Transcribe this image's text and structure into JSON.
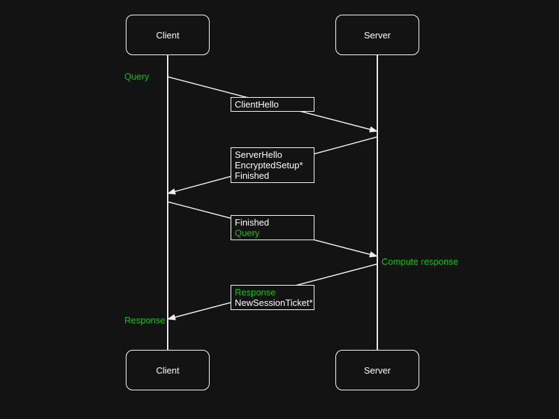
{
  "theme": {
    "background": "#131313",
    "line_color": "#eeeeee",
    "box_border_color": "#ffffff",
    "text_color": "#ffffff",
    "accent_green": "#00cc00"
  },
  "actors": {
    "client_top": "Client",
    "server_top": "Server",
    "client_bottom": "Client",
    "server_bottom": "Server"
  },
  "messages": [
    {
      "id": "client-hello",
      "direction": "client-to-server",
      "lines": [
        {
          "text": "ClientHello",
          "color": "#ffffff"
        }
      ]
    },
    {
      "id": "server-hello",
      "direction": "server-to-client",
      "lines": [
        {
          "text": "ServerHello",
          "color": "#ffffff"
        },
        {
          "text": "EncryptedSetup*",
          "color": "#ffffff"
        },
        {
          "text": "Finished",
          "color": "#ffffff"
        }
      ]
    },
    {
      "id": "finished-query",
      "direction": "client-to-server",
      "lines": [
        {
          "text": "Finished",
          "color": "#ffffff"
        },
        {
          "text": "Query",
          "color": "#00cc00"
        }
      ]
    },
    {
      "id": "response-ticket",
      "direction": "server-to-client",
      "lines": [
        {
          "text": "Response",
          "color": "#00cc00"
        },
        {
          "text": "NewSessionTicket*",
          "color": "#ffffff"
        }
      ]
    }
  ],
  "annotations": [
    {
      "id": "query",
      "text": "Query",
      "color": "#00cc00"
    },
    {
      "id": "compute-response",
      "text": "Compute response",
      "color": "#00cc00"
    },
    {
      "id": "response",
      "text": "Response",
      "color": "#00cc00"
    }
  ]
}
